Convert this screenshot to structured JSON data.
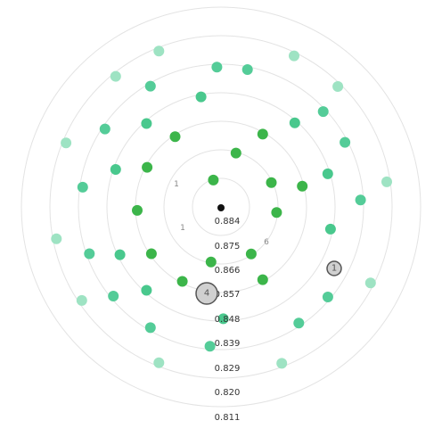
{
  "colors": {
    "ring": "#e3e3e3",
    "center": "#111111",
    "level1": "#3cb54a",
    "level2": "#49c88d",
    "level3": "#54cc98",
    "level4": "#9ee3c3",
    "cluster_fill": "#d0d0d0",
    "cluster_stroke": "#555555"
  },
  "ring_labels": [
    "0.884",
    "0.875",
    "0.866",
    "0.857",
    "0.848",
    "0.839",
    "0.829",
    "0.820",
    "0.811"
  ],
  "clusters": [
    {
      "label": "4"
    },
    {
      "label": "1"
    }
  ],
  "small_numbers": [
    "1",
    "1",
    "6"
  ],
  "nodes": [
    {
      "ring": 1,
      "angle": -1.85,
      "color": "level1"
    },
    {
      "ring": 2,
      "angle": -0.45,
      "color": "level1"
    },
    {
      "ring": 2,
      "angle": 0.1,
      "color": "level1"
    },
    {
      "ring": 2,
      "angle": -1.3,
      "color": "level1"
    },
    {
      "ring": 2,
      "angle": 1.0,
      "color": "level1"
    },
    {
      "ring": 2,
      "angle": 1.75,
      "color": "level1"
    },
    {
      "ring": 3,
      "angle": -1.05,
      "color": "level1"
    },
    {
      "ring": 3,
      "angle": -2.15,
      "color": "level1"
    },
    {
      "ring": 3,
      "angle": -2.65,
      "color": "level1"
    },
    {
      "ring": 3,
      "angle": 3.1,
      "color": "level1"
    },
    {
      "ring": 3,
      "angle": 2.55,
      "color": "level1"
    },
    {
      "ring": 3,
      "angle": 2.05,
      "color": "level1"
    },
    {
      "ring": 3,
      "angle": 1.05,
      "color": "level1"
    },
    {
      "ring": 3,
      "angle": -0.25,
      "color": "level1"
    },
    {
      "ring": 4,
      "angle": -1.75,
      "color": "level2"
    },
    {
      "ring": 4,
      "angle": -0.85,
      "color": "level2"
    },
    {
      "ring": 4,
      "angle": -2.3,
      "color": "level2"
    },
    {
      "ring": 4,
      "angle": -2.8,
      "color": "level2"
    },
    {
      "ring": 4,
      "angle": 2.7,
      "color": "level2"
    },
    {
      "ring": 4,
      "angle": 2.3,
      "color": "level2"
    },
    {
      "ring": 4,
      "angle": 1.55,
      "color": "level2"
    },
    {
      "ring": 4,
      "angle": 0.2,
      "color": "level2"
    },
    {
      "ring": 4,
      "angle": -0.3,
      "color": "level2"
    },
    {
      "ring": 5,
      "angle": -1.38,
      "color": "level3"
    },
    {
      "ring": 5,
      "angle": -0.75,
      "color": "level3"
    },
    {
      "ring": 5,
      "angle": -0.48,
      "color": "level3"
    },
    {
      "ring": 5,
      "angle": -0.05,
      "color": "level3"
    },
    {
      "ring": 5,
      "angle": 0.7,
      "color": "level3"
    },
    {
      "ring": 5,
      "angle": 0.98,
      "color": "level3"
    },
    {
      "ring": 5,
      "angle": 1.65,
      "color": "level3"
    },
    {
      "ring": 5,
      "angle": 2.1,
      "color": "level3"
    },
    {
      "ring": 5,
      "angle": 2.45,
      "color": "level3"
    },
    {
      "ring": 5,
      "angle": 2.8,
      "color": "level3"
    },
    {
      "ring": 5,
      "angle": -3.0,
      "color": "level3"
    },
    {
      "ring": 5,
      "angle": -2.55,
      "color": "level3"
    },
    {
      "ring": 5,
      "angle": -2.1,
      "color": "level3"
    },
    {
      "ring": 5,
      "angle": -1.6,
      "color": "level3"
    },
    {
      "ring": 6,
      "angle": -1.12,
      "color": "level4"
    },
    {
      "ring": 6,
      "angle": -0.8,
      "color": "level4"
    },
    {
      "ring": 6,
      "angle": -0.15,
      "color": "level4"
    },
    {
      "ring": 6,
      "angle": 0.47,
      "color": "level4"
    },
    {
      "ring": 6,
      "angle": 1.2,
      "color": "level4"
    },
    {
      "ring": 6,
      "angle": 1.95,
      "color": "level4"
    },
    {
      "ring": 6,
      "angle": 2.55,
      "color": "level4"
    },
    {
      "ring": 6,
      "angle": 2.95,
      "color": "level4"
    },
    {
      "ring": 6,
      "angle": -2.75,
      "color": "level4"
    },
    {
      "ring": 6,
      "angle": -2.25,
      "color": "level4"
    },
    {
      "ring": 6,
      "angle": -1.95,
      "color": "level4"
    }
  ]
}
